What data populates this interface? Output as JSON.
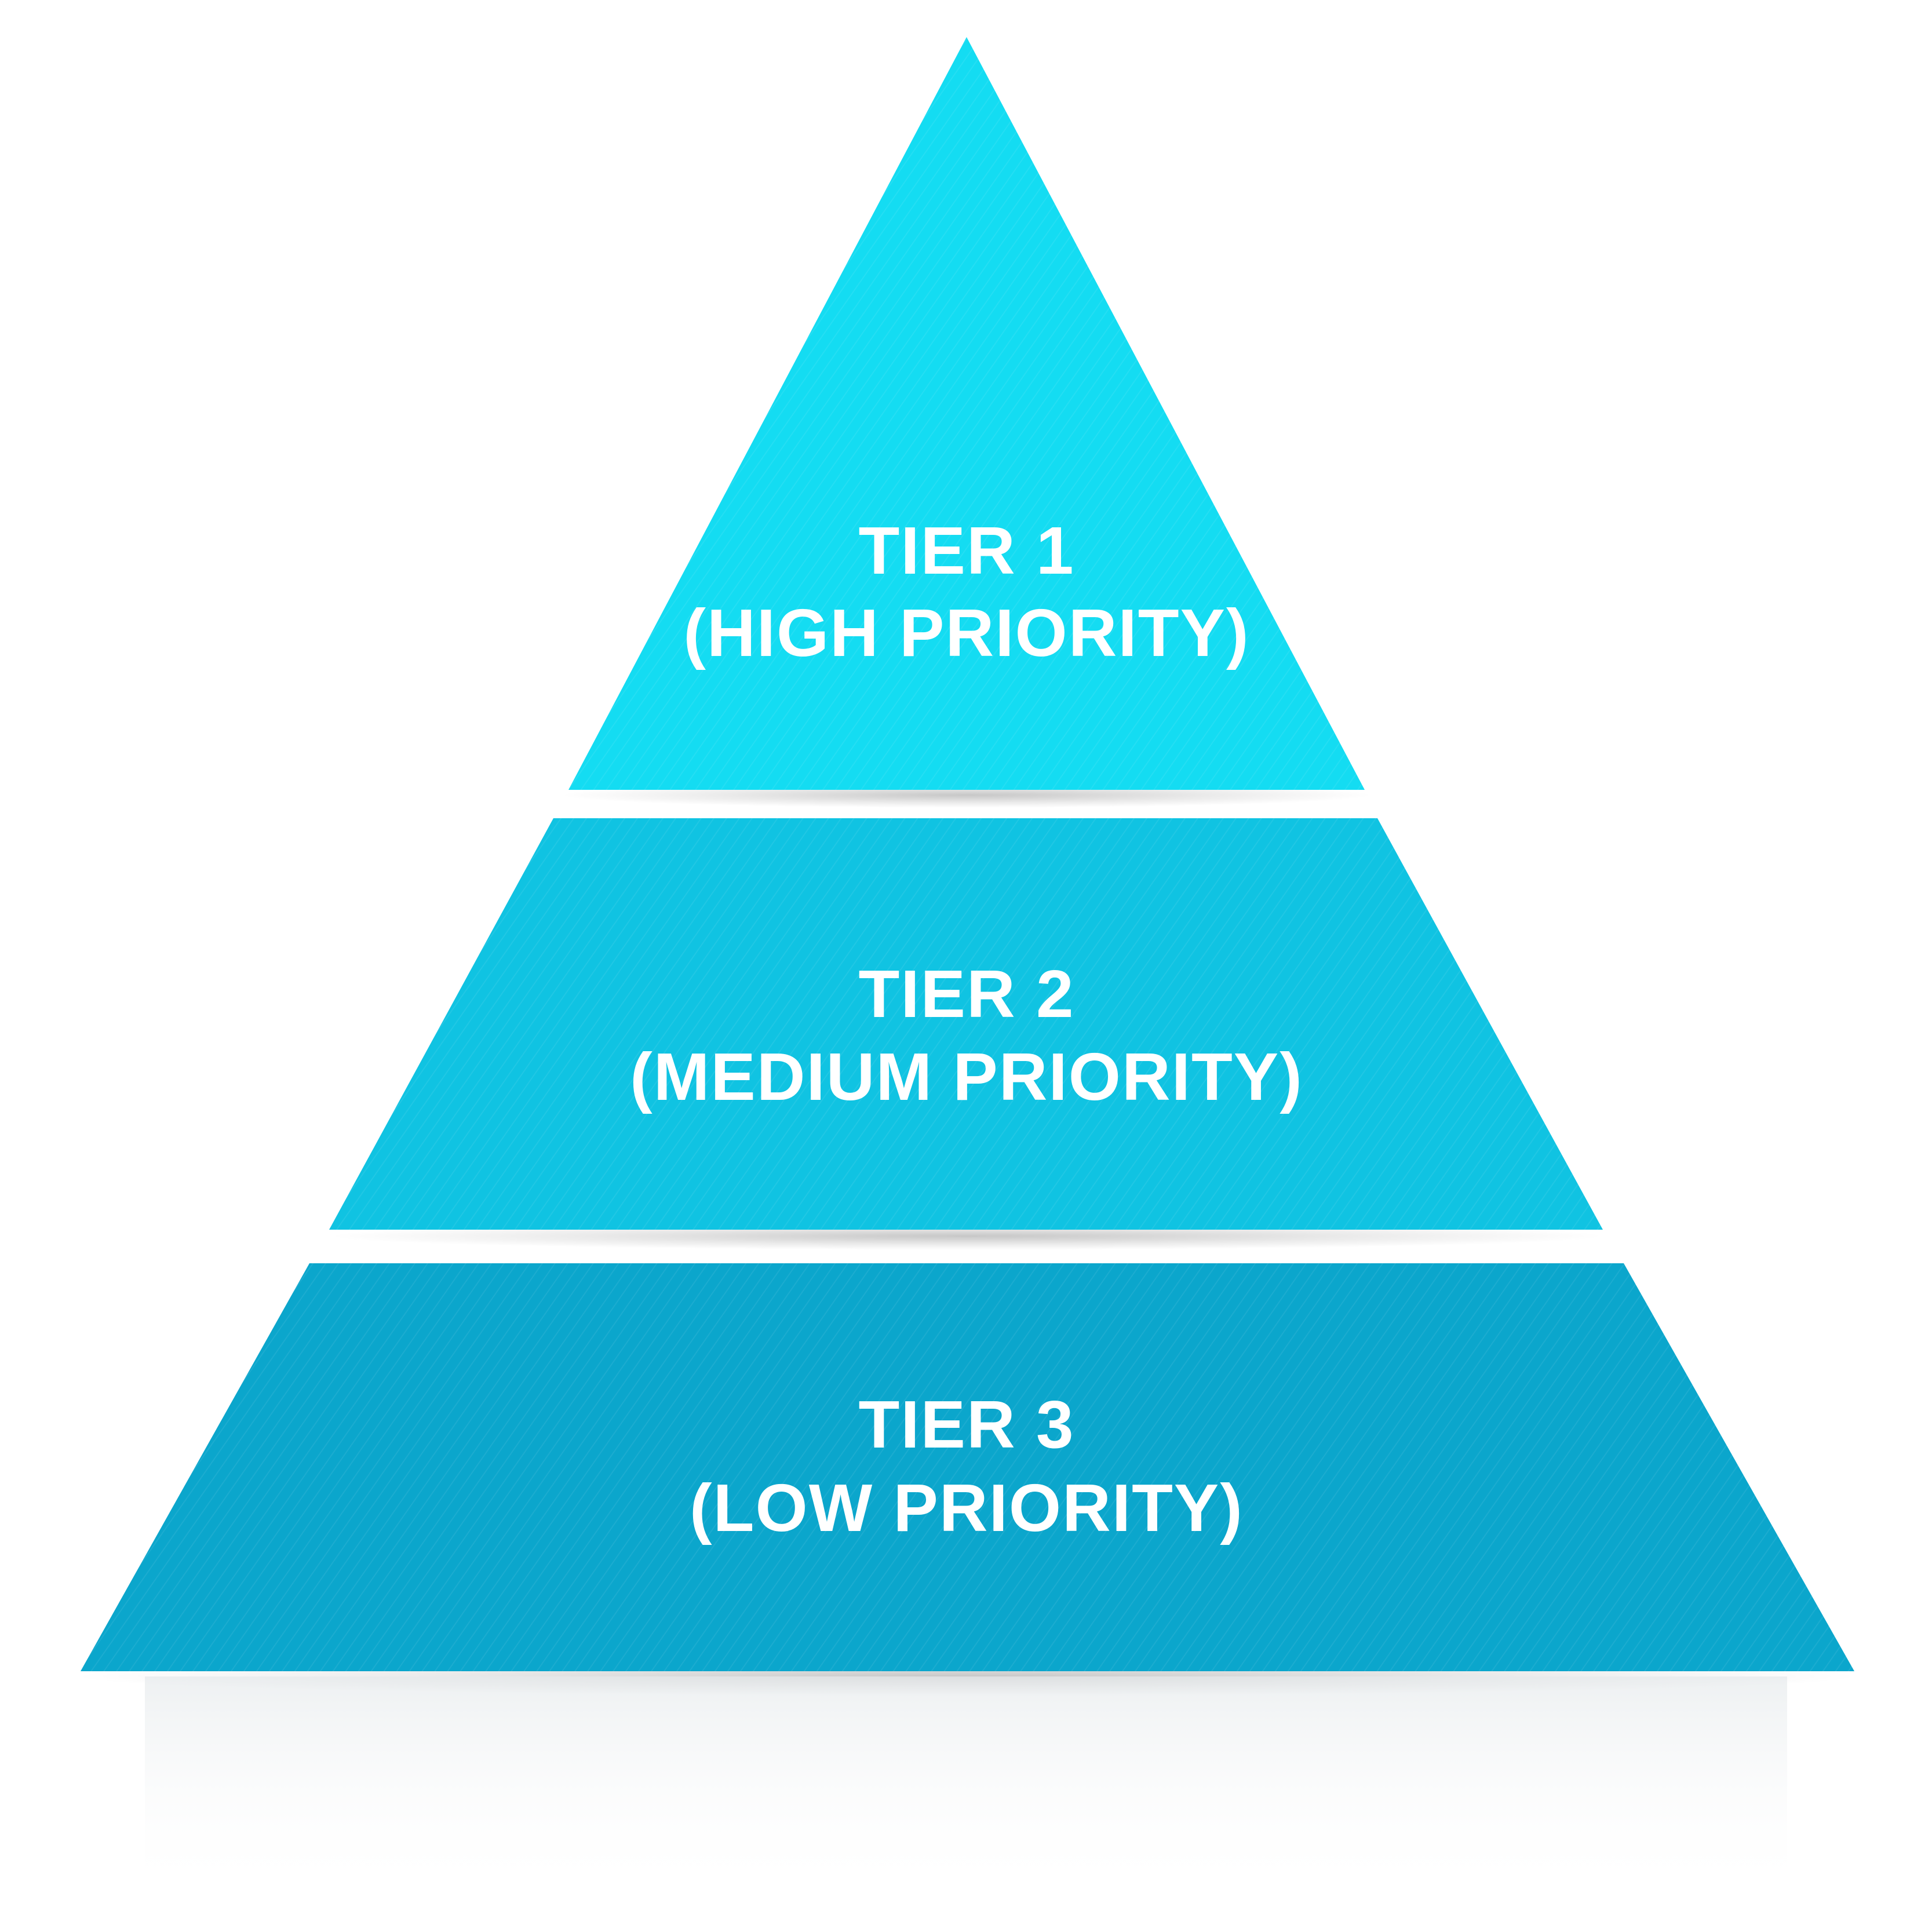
{
  "diagram": {
    "type": "pyramid",
    "tiers": [
      {
        "line1": "TIER 1",
        "line2": "(HIGH PRIORITY)",
        "color": "#14dcf2"
      },
      {
        "line1": "TIER  2",
        "line2": "(MEDIUM PRIORITY)",
        "color": "#10c3e2"
      },
      {
        "line1": "TIER  3",
        "line2": "(LOW PRIORITY)",
        "color": "#0ba6cc"
      }
    ]
  }
}
